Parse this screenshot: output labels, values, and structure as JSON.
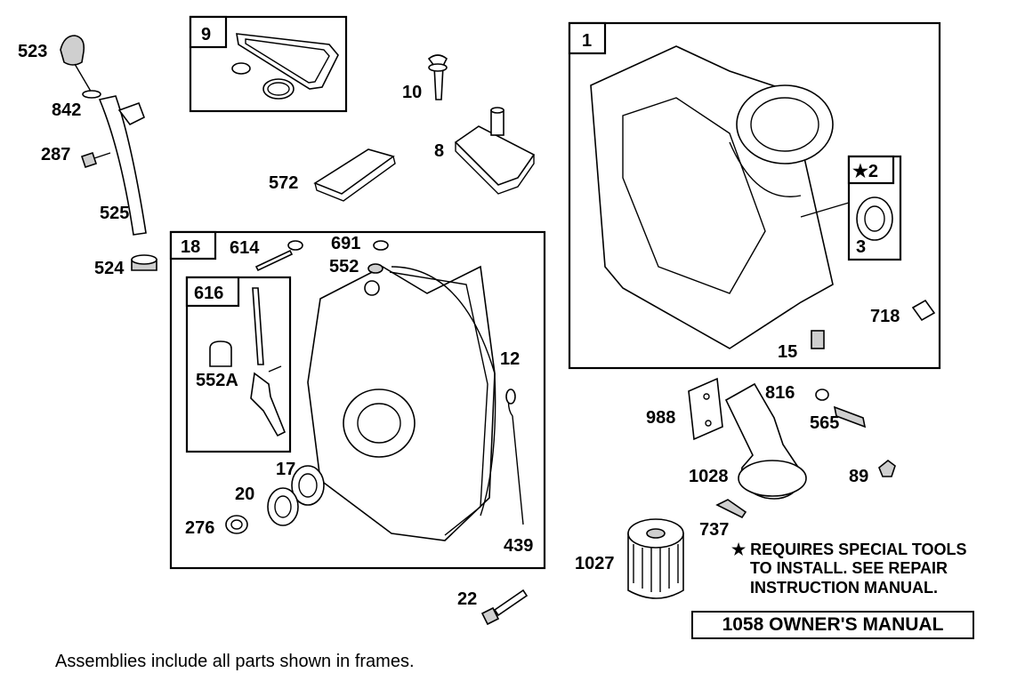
{
  "frames": {
    "f9": "9",
    "f1": "1",
    "f18": "18",
    "f616": "616",
    "f2": "★2"
  },
  "labels": {
    "p523": "523",
    "p842": "842",
    "p287": "287",
    "p525": "525",
    "p524": "524",
    "p10": "10",
    "p8": "8",
    "p572": "572",
    "p614": "614",
    "p691": "691",
    "p552": "552",
    "p552A": "552A",
    "p12": "12",
    "p17": "17",
    "p20": "20",
    "p276": "276",
    "p439": "439",
    "p22": "22",
    "p3": "3",
    "p718": "718",
    "p15": "15",
    "p988": "988",
    "p816": "816",
    "p565": "565",
    "p1028": "1028",
    "p89": "89",
    "p737": "737",
    "p1027": "1027"
  },
  "note": {
    "line1": "★ REQUIRES SPECIAL TOOLS",
    "line2": "TO INSTALL.  SEE REPAIR",
    "line3": "INSTRUCTION MANUAL."
  },
  "manual": "1058 OWNER'S MANUAL",
  "footer": "Assemblies include all parts shown in frames."
}
